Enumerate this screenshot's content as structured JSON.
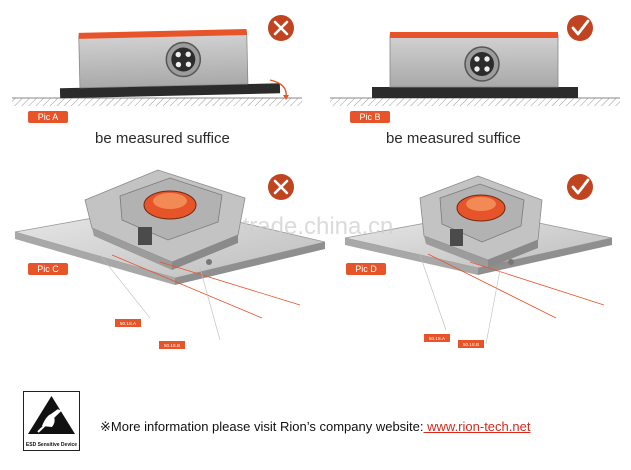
{
  "colors": {
    "accent_orange": "#e8542a",
    "device_grey": "#b9b9b9",
    "base_dark": "#2b2b2b",
    "badge_dark": "#c0441f",
    "link_red": "#d8291c"
  },
  "panels": [
    {
      "id": "A",
      "tag": "Pic A",
      "status_icon": "cross-icon",
      "status": "incorrect",
      "caption": "be measured suffice"
    },
    {
      "id": "B",
      "tag": "Pic B",
      "status_icon": "check-icon",
      "status": "correct",
      "caption": "be measured suffice"
    },
    {
      "id": "C",
      "tag": "Pic C",
      "status_icon": "cross-icon",
      "status": "incorrect",
      "dim_labels": [
        "50.1S.A",
        "50.1S.B"
      ]
    },
    {
      "id": "D",
      "tag": "Pic D",
      "status_icon": "check-icon",
      "status": "correct",
      "dim_labels": [
        "50.1S.A",
        "50.1S.B"
      ]
    }
  ],
  "watermark": "trade.china.cn",
  "footer": {
    "esd_label": "ESD Sensitive Device",
    "info_prefix": "※More information please visit Rion’s company website:",
    "link_text": " www.rion-tech.net"
  }
}
